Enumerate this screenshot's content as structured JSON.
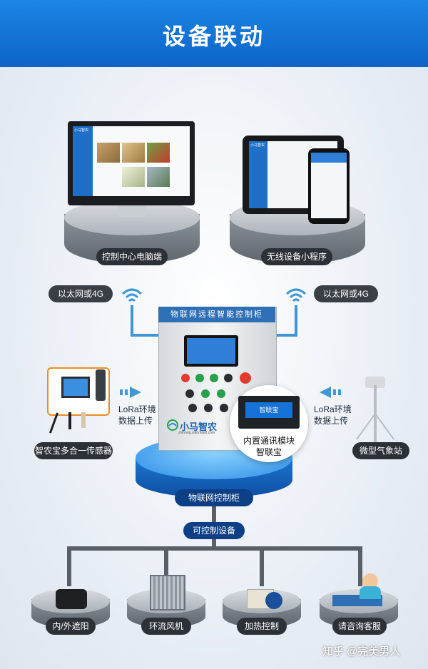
{
  "banner": {
    "title": "设备联动"
  },
  "pc": {
    "label": "控制中心电脑端",
    "screen_brand": "小马智农"
  },
  "mobile": {
    "label": "无线设备小程序",
    "screen_brand": "小马智农"
  },
  "network": {
    "left": "以太网或4G",
    "right": "以太网或4G"
  },
  "cabinet": {
    "header": "物联网远程智能控制柜",
    "brand": "小马智农",
    "brand_sub": "zhinong.xiaomaiot.com",
    "label": "物联网控制柜"
  },
  "module": {
    "screen_text": "智联宝",
    "line1": "内置通讯模块",
    "line2": "智联宝"
  },
  "sensor": {
    "label": "智农宝多合一传感器",
    "arrow_line1": "LoRa环境",
    "arrow_line2": "数据上传"
  },
  "station": {
    "label": "微型气象站",
    "arrow_line1": "LoRa环境",
    "arrow_line2": "数据上传"
  },
  "controllable": {
    "label": "可控制设备"
  },
  "devices": [
    {
      "label": "内/外遮阳"
    },
    {
      "label": "环流风机"
    },
    {
      "label": "加热控制"
    },
    {
      "label": "请咨询客服"
    }
  ],
  "watermark": {
    "text": "知乎 @完美男人"
  },
  "colors": {
    "accent": "#1b86e6",
    "pipe_blue": "#3f97d6",
    "dark_pill": "#2c3138"
  },
  "icons": {
    "wifi": "wifi-icon",
    "arrow": "arrow-right-icon"
  }
}
